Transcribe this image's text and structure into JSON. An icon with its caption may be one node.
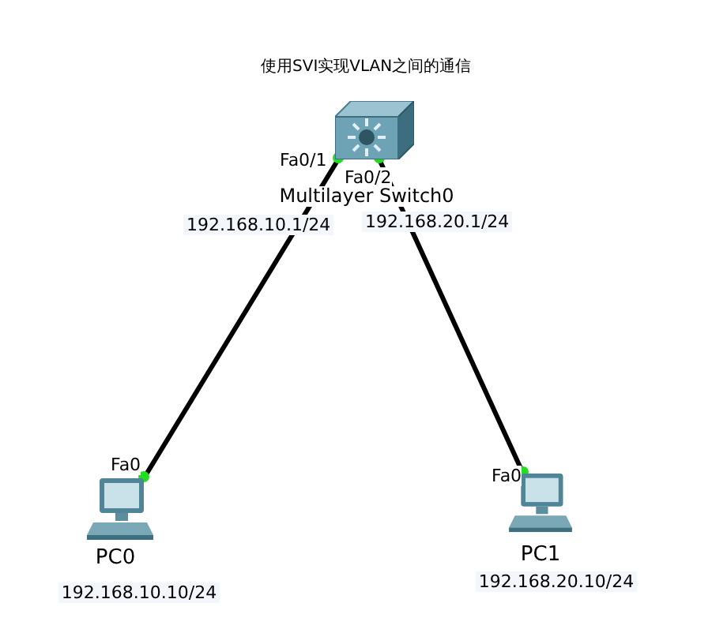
{
  "diagram": {
    "title": "使用SVI实现VLAN之间的通信",
    "nodes": [
      {
        "text": [],
        "shape": "picture",
        "beside": [
          "Multilayer Switch0"
        ]
      },
      {
        "text": [],
        "shape": "picture",
        "beside": [
          "PC0",
          "192.168.10.10/24"
        ]
      },
      {
        "text": [],
        "shape": "picture",
        "beside": [
          "PC1",
          "192.168.20.10/24"
        ]
      }
    ],
    "edges": [
      {
        "from": 0,
        "to": 1,
        "arrow": "none"
      },
      {
        "from": 0,
        "to": 2,
        "arrow": "none"
      }
    ],
    "labels": [
      "Fa0/1",
      "Fa0/2",
      "192.168.10.1/24",
      "192.168.20.1/24",
      "Fa0",
      "Fa0"
    ]
  }
}
